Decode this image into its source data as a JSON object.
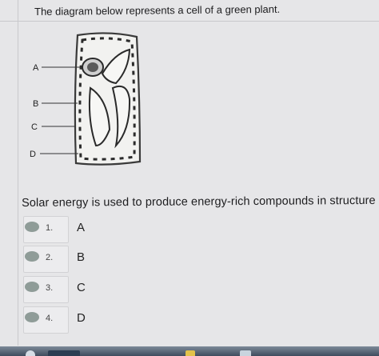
{
  "question": {
    "intro": "The diagram below represents a cell of a green plant.",
    "prompt": "Solar energy is used to produce energy-rich compounds in structure"
  },
  "diagram": {
    "labels": [
      "A",
      "B",
      "C",
      "D"
    ]
  },
  "choices": [
    {
      "number": "1.",
      "letter": "A"
    },
    {
      "number": "2.",
      "letter": "B"
    },
    {
      "number": "3.",
      "letter": "C"
    },
    {
      "number": "4.",
      "letter": "D"
    }
  ],
  "colors": {
    "background": "#e6e6e8",
    "radio": "#8f9c98",
    "taskbar": "#3f4c5e"
  }
}
